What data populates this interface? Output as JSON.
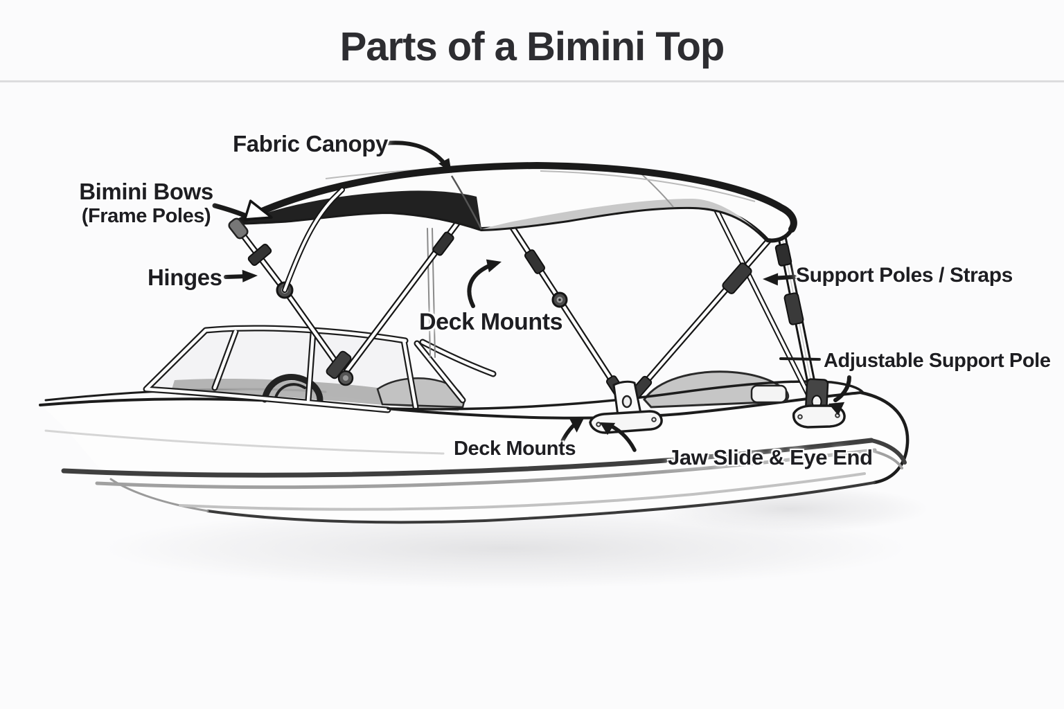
{
  "title": "Parts of a Bimini Top",
  "labels": {
    "fabric_canopy": "Fabric Canopy",
    "bimini_bows_line1": "Bimini Bows",
    "bimini_bows_line2": "(Frame Poles)",
    "hinges": "Hinges",
    "deck_mounts_mid": "Deck Mounts",
    "support_poles": "Support Poles / Straps",
    "adjustable_support_pole": "Adjustable Support Pole",
    "deck_mounts_bottom": "Deck Mounts",
    "jaw_slide": "Jaw Slide & Eye End"
  },
  "colors": {
    "background": "#fbfbfc",
    "ink": "#1a1a1a",
    "text": "#1e1e22",
    "divider": "#dcdcde",
    "canopy_underside": "#212121",
    "canopy_trim": "#c9c9c9",
    "hull_stripe_dark": "#3f3f3f",
    "hull_stripe_mid": "#a0a0a0",
    "fitting_gray": "#3a3a3a"
  }
}
